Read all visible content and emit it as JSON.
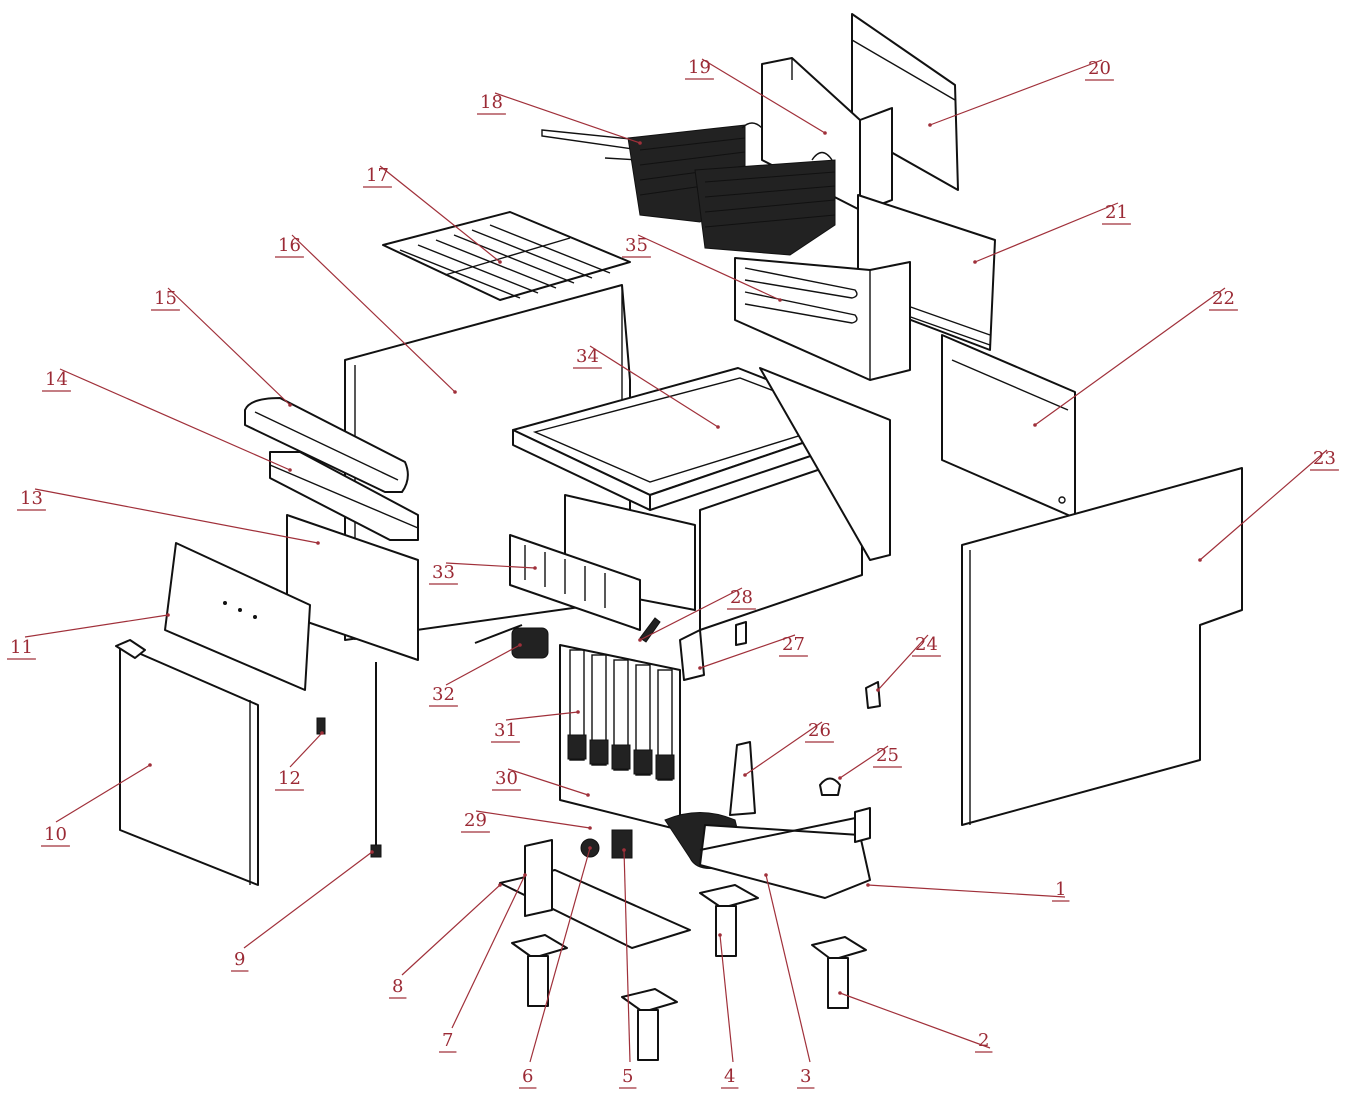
{
  "colors": {
    "leader": "#a0303a",
    "label": "#9b2a35",
    "line": "#111111"
  },
  "callouts": [
    {
      "id": "1",
      "text": "1"
    },
    {
      "id": "2",
      "text": "2"
    },
    {
      "id": "3",
      "text": "3"
    },
    {
      "id": "4",
      "text": "4"
    },
    {
      "id": "5",
      "text": "5"
    },
    {
      "id": "6",
      "text": "6"
    },
    {
      "id": "7",
      "text": "7"
    },
    {
      "id": "8",
      "text": "8"
    },
    {
      "id": "9",
      "text": "9"
    },
    {
      "id": "10",
      "text": "10"
    },
    {
      "id": "11",
      "text": "11"
    },
    {
      "id": "12",
      "text": "12"
    },
    {
      "id": "13",
      "text": "13"
    },
    {
      "id": "14",
      "text": "14"
    },
    {
      "id": "15",
      "text": "15"
    },
    {
      "id": "16",
      "text": "16"
    },
    {
      "id": "17",
      "text": "17"
    },
    {
      "id": "18",
      "text": "18"
    },
    {
      "id": "19",
      "text": "19"
    },
    {
      "id": "20",
      "text": "20"
    },
    {
      "id": "21",
      "text": "21"
    },
    {
      "id": "22",
      "text": "22"
    },
    {
      "id": "23",
      "text": "23"
    },
    {
      "id": "24",
      "text": "24"
    },
    {
      "id": "25",
      "text": "25"
    },
    {
      "id": "26",
      "text": "26"
    },
    {
      "id": "27",
      "text": "27"
    },
    {
      "id": "28",
      "text": "28"
    },
    {
      "id": "29",
      "text": "29"
    },
    {
      "id": "30",
      "text": "30"
    },
    {
      "id": "31",
      "text": "31"
    },
    {
      "id": "32",
      "text": "32"
    },
    {
      "id": "33",
      "text": "33"
    },
    {
      "id": "34",
      "text": "34"
    },
    {
      "id": "35",
      "text": "35"
    }
  ]
}
